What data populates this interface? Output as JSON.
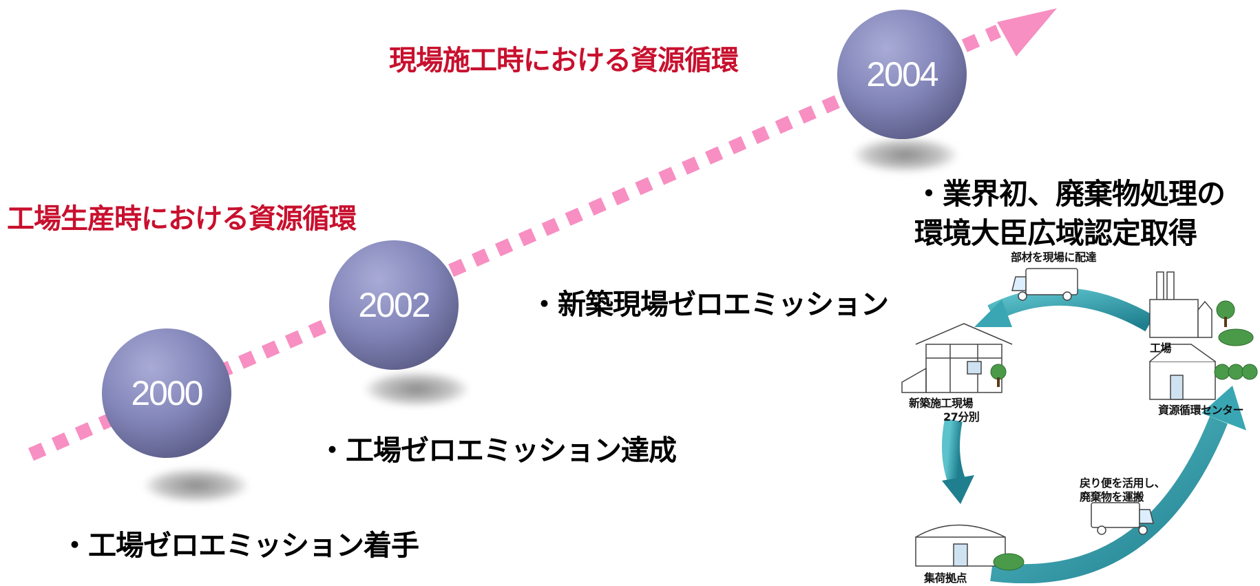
{
  "colors": {
    "heading_red": "#c8102e",
    "arrow_pink": "#f78fc2",
    "ball_light": "#a9abd6",
    "ball_dark": "#46466c",
    "cycle_arrow": "#3aa6b3",
    "cycle_arrow_dark": "#1f7f8e",
    "shadow": "#9a9a9a"
  },
  "headings": {
    "site": "現場施工時における資源循環",
    "factory": "工場生産時における資源循環"
  },
  "milestones": [
    {
      "year": "2000",
      "bullet": "・工場ゼロエミッション着手"
    },
    {
      "year": "2002",
      "bullet": "・工場ゼロエミッション達成"
    },
    {
      "year": "2004",
      "bullet_line1": "・業界初、廃棄物処理の",
      "bullet_line2": "環境大臣広域認定取得"
    }
  ],
  "extra_bullet": "・新築現場ゼロエミッション",
  "cycle_diagram": {
    "top_label": "部材を現場に配達",
    "factory_label": "工場",
    "site_label": "新築施工現場",
    "site_sub_label": "27分別",
    "center_label": "資源循環センター",
    "truck_note_line1": "戻り便を活用し、",
    "truck_note_line2": "廃棄物を運搬",
    "hub_label": "集荷拠点",
    "icons": [
      "truck-icon",
      "factory-icon",
      "house-icon",
      "recycling-center-icon",
      "warehouse-icon",
      "tree-icon"
    ]
  }
}
